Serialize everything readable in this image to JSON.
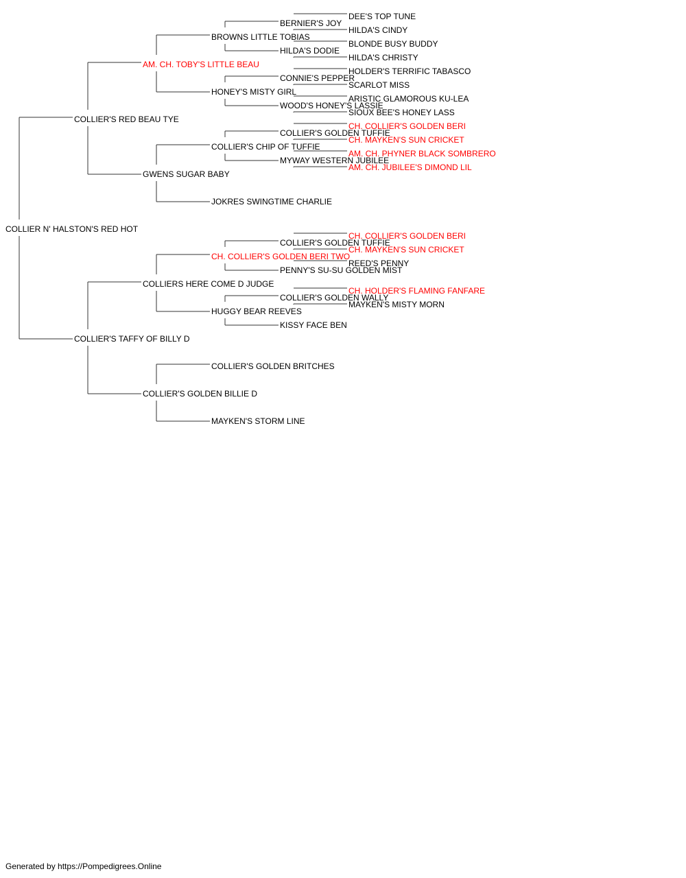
{
  "colors": {
    "normal": "#000000",
    "champion": "#ff0000",
    "line": "#333333"
  },
  "pedigree": [
    {
      "id": "r",
      "name": "COLLIER N' HALSTON'S RED HOT",
      "gen": 0,
      "slot": 15.5
    },
    {
      "id": "s",
      "name": "COLLIER'S RED BEAU TYE",
      "gen": 1,
      "slot": 7.5,
      "parent": "r"
    },
    {
      "id": "d",
      "name": "COLLIER'S TAFFY OF BILLY D",
      "gen": 1,
      "slot": 23.5,
      "parent": "r"
    },
    {
      "id": "ss",
      "name": "AM. CH. TOBY'S LITTLE BEAU",
      "gen": 2,
      "slot": 3.5,
      "parent": "s",
      "champion": true
    },
    {
      "id": "sd",
      "name": "GWENS SUGAR BABY",
      "gen": 2,
      "slot": 11.5,
      "parent": "s"
    },
    {
      "id": "ds",
      "name": "COLLIERS HERE COME D JUDGE",
      "gen": 2,
      "slot": 19.5,
      "parent": "d"
    },
    {
      "id": "dd",
      "name": "COLLIER'S GOLDEN BILLIE D",
      "gen": 2,
      "slot": 27.5,
      "parent": "d"
    },
    {
      "id": "sss",
      "name": "BROWNS LITTLE TOBIAS",
      "gen": 3,
      "slot": 1.5,
      "parent": "ss"
    },
    {
      "id": "ssd",
      "name": "HONEY'S MISTY GIRL",
      "gen": 3,
      "slot": 5.5,
      "parent": "ss"
    },
    {
      "id": "sds",
      "name": "COLLIER'S CHIP OF TUFFIE",
      "gen": 3,
      "slot": 9.5,
      "parent": "sd"
    },
    {
      "id": "sdd",
      "name": "JOKRES SWINGTIME CHARLIE",
      "gen": 3,
      "slot": 13.5,
      "parent": "sd"
    },
    {
      "id": "dss",
      "name": "CH. COLLIER'S GOLDEN BERI TWO",
      "gen": 3,
      "slot": 17.5,
      "parent": "ds",
      "champion": true
    },
    {
      "id": "dsd",
      "name": "HUGGY BEAR REEVES",
      "gen": 3,
      "slot": 21.5,
      "parent": "ds"
    },
    {
      "id": "dds",
      "name": "COLLIER'S GOLDEN BRITCHES",
      "gen": 3,
      "slot": 25.5,
      "parent": "dd"
    },
    {
      "id": "ddd",
      "name": "MAYKEN'S STORM LINE",
      "gen": 3,
      "slot": 29.5,
      "parent": "dd"
    },
    {
      "id": "ssss",
      "name": "BERNIER'S JOY",
      "gen": 4,
      "slot": 0.5,
      "parent": "sss"
    },
    {
      "id": "sssd",
      "name": "HILDA'S DODIE",
      "gen": 4,
      "slot": 2.5,
      "parent": "sss"
    },
    {
      "id": "ssds",
      "name": "CONNIE'S PEPPER",
      "gen": 4,
      "slot": 4.5,
      "parent": "ssd"
    },
    {
      "id": "ssdd",
      "name": "WOOD'S HONEY'S LASSIE",
      "gen": 4,
      "slot": 6.5,
      "parent": "ssd"
    },
    {
      "id": "sdss",
      "name": "COLLIER'S GOLDEN TUFFIE",
      "gen": 4,
      "slot": 8.5,
      "parent": "sds"
    },
    {
      "id": "sdsd",
      "name": "MYWAY WESTERN JUBILEE",
      "gen": 4,
      "slot": 10.5,
      "parent": "sds"
    },
    {
      "id": "dsss",
      "name": "COLLIER'S GOLDEN TUFFIE",
      "gen": 4,
      "slot": 16.5,
      "parent": "dss"
    },
    {
      "id": "dssd",
      "name": "PENNY'S SU-SU GOLDEN MIST",
      "gen": 4,
      "slot": 18.5,
      "parent": "dss"
    },
    {
      "id": "dsds",
      "name": "COLLIER'S GOLDEN WALLY",
      "gen": 4,
      "slot": 20.5,
      "parent": "dsd"
    },
    {
      "id": "dsdd",
      "name": "KISSY FACE BEN",
      "gen": 4,
      "slot": 22.5,
      "parent": "dsd"
    },
    {
      "id": "s1",
      "name": "DEE'S TOP TUNE",
      "gen": 5,
      "slot": 0,
      "parent": "ssss"
    },
    {
      "id": "s2",
      "name": "HILDA'S CINDY",
      "gen": 5,
      "slot": 1,
      "parent": "ssss"
    },
    {
      "id": "s3",
      "name": "BLONDE BUSY BUDDY",
      "gen": 5,
      "slot": 2,
      "parent": "sssd"
    },
    {
      "id": "s4",
      "name": "HILDA'S CHRISTY",
      "gen": 5,
      "slot": 3,
      "parent": "sssd"
    },
    {
      "id": "s5",
      "name": "HOLDER'S TERRIFIC TABASCO",
      "gen": 5,
      "slot": 4,
      "parent": "ssds"
    },
    {
      "id": "s6",
      "name": "SCARLOT MISS",
      "gen": 5,
      "slot": 5,
      "parent": "ssds"
    },
    {
      "id": "s7",
      "name": "ARISTIC GLAMOROUS KU-LEA",
      "gen": 5,
      "slot": 6,
      "parent": "ssdd"
    },
    {
      "id": "s8",
      "name": "SIOUX BEE'S HONEY LASS",
      "gen": 5,
      "slot": 7,
      "parent": "ssdd"
    },
    {
      "id": "s9",
      "name": "CH. COLLIER'S GOLDEN BERI",
      "gen": 5,
      "slot": 8,
      "parent": "sdss",
      "champion": true
    },
    {
      "id": "s10",
      "name": "CH. MAYKEN'S SUN CRICKET",
      "gen": 5,
      "slot": 9,
      "parent": "sdss",
      "champion": true
    },
    {
      "id": "s11",
      "name": "AM. CH. PHYNER BLACK SOMBRERO",
      "gen": 5,
      "slot": 10,
      "parent": "sdsd",
      "champion": true
    },
    {
      "id": "s12",
      "name": "AM. CH. JUBILEE'S DIMOND LIL",
      "gen": 5,
      "slot": 11,
      "parent": "sdsd",
      "champion": true
    },
    {
      "id": "s13",
      "name": "CH. COLLIER'S GOLDEN BERI",
      "gen": 5,
      "slot": 16,
      "parent": "dsss",
      "champion": true
    },
    {
      "id": "s14",
      "name": "CH. MAYKEN'S SUN CRICKET",
      "gen": 5,
      "slot": 17,
      "parent": "dsss",
      "champion": true
    },
    {
      "id": "s15",
      "name": "REED'S PENNY",
      "gen": 5,
      "slot": 18,
      "parent": "dssd"
    },
    {
      "id": "s16",
      "name": "CH. HOLDER'S FLAMING FANFARE",
      "gen": 5,
      "slot": 20,
      "parent": "dsds",
      "champion": true
    },
    {
      "id": "s17",
      "name": "MAYKEN'S MISTY MORN",
      "gen": 5,
      "slot": 21,
      "parent": "dsds"
    }
  ],
  "footer": "Generated by https://Pompedigrees.Online"
}
